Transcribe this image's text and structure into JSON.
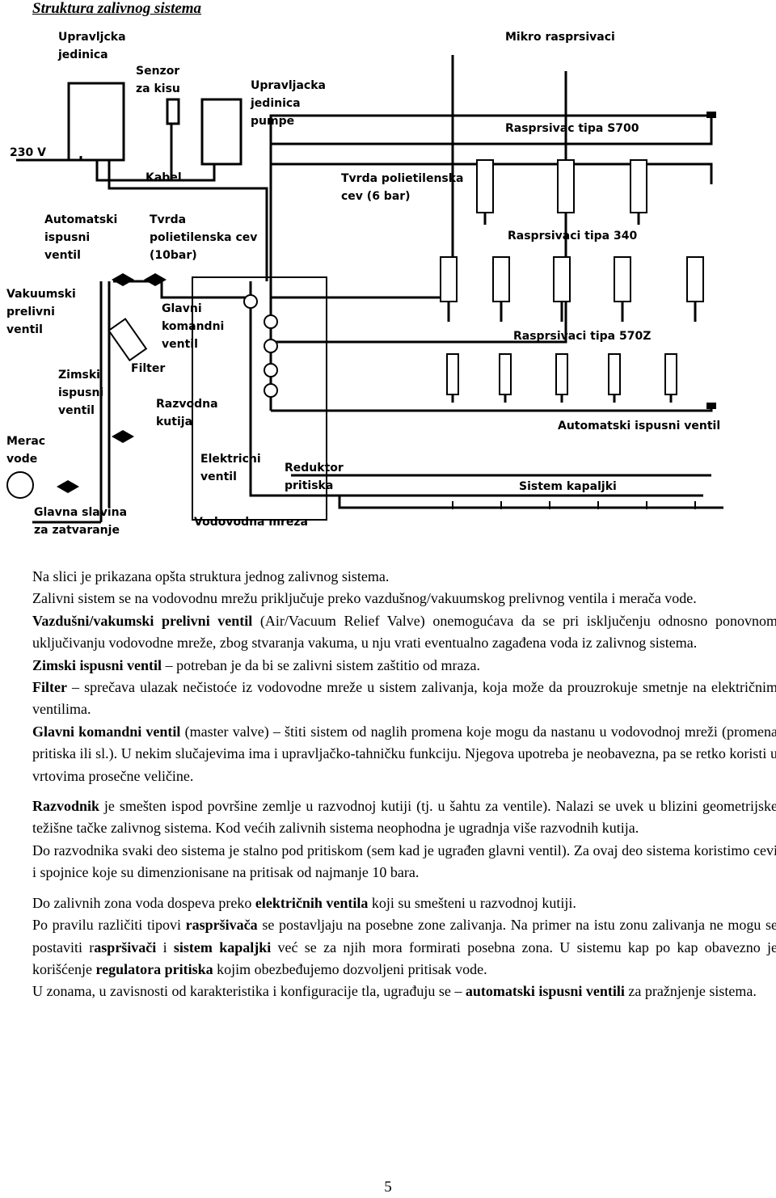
{
  "heading": "Struktura zalivnog sistema",
  "diagram": {
    "labels": {
      "upravljacka_jedinica": [
        "Upravljcka",
        "jedinica"
      ],
      "senzor": [
        "Senzor",
        "za kisu"
      ],
      "upravljacka_pumpe": [
        "Upravljacka",
        "jedinica",
        "pumpe"
      ],
      "napon": "230 V",
      "kabel": "Kabel",
      "automatski_ispusni": [
        "Automatski",
        "ispusni",
        "ventil"
      ],
      "tvrda_cev_10": [
        "Tvrda",
        "polietilenska cev",
        "(10bar)"
      ],
      "vakuumski": [
        "Vakuumski",
        "prelivni",
        "ventil"
      ],
      "glavni_komandni": [
        "Glavni",
        "komandni",
        "ventil"
      ],
      "filter": "Filter",
      "zimski": [
        "Zimski",
        "ispusni",
        "ventil"
      ],
      "razvodna_kutija": [
        "Razvodna",
        "kutija"
      ],
      "merac": [
        "Merac",
        "vode"
      ],
      "elektricni": [
        "Elektricni",
        "ventil"
      ],
      "reduktor": [
        "Reduktor",
        "pritiska"
      ],
      "glavna_slavina": [
        "Glavna slavina",
        "za zatvaranje"
      ],
      "vodovodna_mreza": "Vodovodna mreza",
      "mikro": "Mikro rasprsivaci",
      "s700": "Rasprsivac tipa S700",
      "tvrda_cev_6": [
        "Tvrda polietilenska",
        "cev (6 bar)"
      ],
      "tip340": "Rasprsivaci tipa 340",
      "tip570z": "Rasprsivaci tipa 570Z",
      "automatski_desno": "Automatski ispusni ventil",
      "kapaljke": "Sistem kapaljki"
    }
  },
  "paragraphs": [
    {
      "segments": [
        {
          "t": "Na slici je prikazana opšta struktura jednog zalivnog sistema."
        }
      ]
    },
    {
      "segments": [
        {
          "t": "Zalivni sistem se na vodovodnu mrežu priključuje preko vazdušnog/vakuumskog prelivnog ventila i merača vode."
        }
      ]
    },
    {
      "segments": [
        {
          "t": "Vazdušni/vakumski prelivni ventil",
          "b": true
        },
        {
          "t": " (Air/Vacuum Relief Valve) onemogućava da se pri isključenju odnosno ponovnom uključivanju vodovodne mreže, zbog stvaranja vakuma, u nju vrati eventualno zagađena voda iz zalivnog sistema."
        }
      ]
    },
    {
      "segments": [
        {
          "t": "Zimski ispusni ventil",
          "b": true
        },
        {
          "t": " – potreban je da bi se zalivni sistem zaštitio od mraza."
        }
      ]
    },
    {
      "segments": [
        {
          "t": "Filter",
          "b": true
        },
        {
          "t": " – sprečava ulazak nečistoće iz vodovodne mreže u sistem zalivanja, koja može da prouzrokuje smetnje na električnim ventilima."
        }
      ]
    },
    {
      "segments": [
        {
          "t": "Glavni komandni ventil",
          "b": true
        },
        {
          "t": " (master valve) – štiti sistem od naglih promena koje mogu da nastanu u vodovodnoj mreži (promena pritiska ili sl.). U nekim slučajevima ima i upravljačko-tahničku funkciju. Njegova upotreba je neobavezna, pa se retko koristi u vrtovima prosečne veličine."
        }
      ]
    },
    {
      "gap": true,
      "segments": [
        {
          "t": "Razvodnik",
          "b": true
        },
        {
          "t": " je smešten ispod površine zemlje u razvodnoj kutiji (tj. u šahtu za ventile). Nalazi se uvek u blizini geometrijske težišne tačke zalivnog sistema. Kod većih zalivnih sistema neophodna je ugradnja više razvodnih kutija."
        }
      ]
    },
    {
      "segments": [
        {
          "t": "Do razvodnika svaki deo sistema je stalno pod pritiskom (sem kad je ugrađen glavni ventil). Za ovaj deo sistema koristimo cevi i spojnice koje su dimenzionisane na pritisak od najmanje 10 bara."
        }
      ]
    },
    {
      "gap": true,
      "segments": [
        {
          "t": "Do zalivnih zona voda dospeva preko "
        },
        {
          "t": "električnih ventila",
          "b": true
        },
        {
          "t": " koji su smešteni u razvodnoj kutiji."
        }
      ]
    },
    {
      "segments": [
        {
          "t": "Po pravilu različiti tipovi "
        },
        {
          "t": "raspršivača",
          "b": true
        },
        {
          "t": " se postavljaju na posebne zone zalivanja. Na primer na istu zonu zalivanja ne mogu se postaviti r"
        },
        {
          "t": "aspršivači",
          "b": true
        },
        {
          "t": " i "
        },
        {
          "t": "sistem kapaljki",
          "b": true
        },
        {
          "t": " već se za njih mora formirati posebna zona. U sistemu kap po kap obavezno je korišćenje "
        },
        {
          "t": "regulatora pritiska",
          "b": true
        },
        {
          "t": " kojim obezbeđujemo dozvoljeni pritisak vode."
        }
      ]
    },
    {
      "segments": [
        {
          "t": "U zonama, u zavisnosti od karakteristika i konfiguracije tla, ugrađuju se – "
        },
        {
          "t": "automatski ispusni ventili",
          "b": true
        },
        {
          "t": " za pražnjenje sistema."
        }
      ]
    }
  ],
  "page_number": "5"
}
